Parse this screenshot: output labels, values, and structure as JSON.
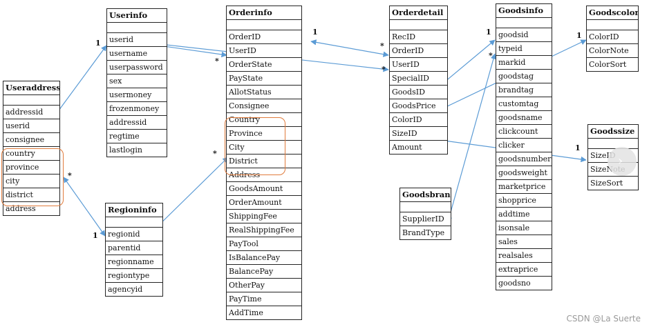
{
  "tables": {
    "userinfo": {
      "title": "Userinfo",
      "fields": [
        "userid",
        "username",
        "userpassword",
        "sex",
        "usermoney",
        "frozenmoney",
        "addressid",
        "regtime",
        "lastlogin"
      ]
    },
    "useraddress": {
      "title": "Useraddress",
      "fields": [
        "addressid",
        "userid",
        "consignee",
        "country",
        "province",
        "city",
        "district",
        "address"
      ]
    },
    "regioninfo": {
      "title": "Regioninfo",
      "fields": [
        "regionid",
        "parentid",
        "regionname",
        "regiontype",
        "agencyid"
      ]
    },
    "orderinfo": {
      "title": "Orderinfo",
      "fields": [
        "OrderID",
        "UserID",
        "OrderState",
        "PayState",
        "AllotStatus",
        "Consignee",
        "Country",
        "Province",
        "City",
        "District",
        "Address",
        "GoodsAmount",
        "OrderAmount",
        "ShippingFee",
        "RealShippingFee",
        "PayTool",
        "IsBalancePay",
        "BalancePay",
        "OtherPay",
        "PayTime",
        "AddTime"
      ]
    },
    "orderdetail": {
      "title": "Orderdetail",
      "fields": [
        "RecID",
        "OrderID",
        "UserID",
        "SpecialID",
        "GoodsID",
        "GoodsPrice",
        "ColorID",
        "SizeID",
        "Amount"
      ]
    },
    "goodsinfo": {
      "title": "Goodsinfo",
      "fields": [
        "goodsid",
        "typeid",
        "markid",
        "goodstag",
        "brandtag",
        "customtag",
        "goodsname",
        "clickcount",
        "clicker",
        "goodsnumber",
        "goodsweight",
        "marketprice",
        "shopprice",
        "addtime",
        "isonsale",
        "sales",
        "realsales",
        "extraprice",
        "goodsno"
      ]
    },
    "goodscolor": {
      "title": "Goodscolor",
      "fields": [
        "ColorID",
        "ColorNote",
        "ColorSort"
      ]
    },
    "goodssize": {
      "title": "Goodssize",
      "fields": [
        "SizeID",
        "SizeNote",
        "SizeSort"
      ]
    },
    "goodsbrand": {
      "title": "Goodsbrand",
      "fields": [
        "SupplierID",
        "BrandType"
      ]
    }
  },
  "cardinality": {
    "one": "1",
    "many": "*"
  },
  "colors": {
    "link": "#5b9bd5",
    "highlight": "#e07a3a",
    "line": "#222222"
  },
  "footer": {
    "watermark": "CSDN @La Suerte"
  },
  "overlay": {
    "icon": "chevron-right-icon",
    "glyph": "›"
  }
}
